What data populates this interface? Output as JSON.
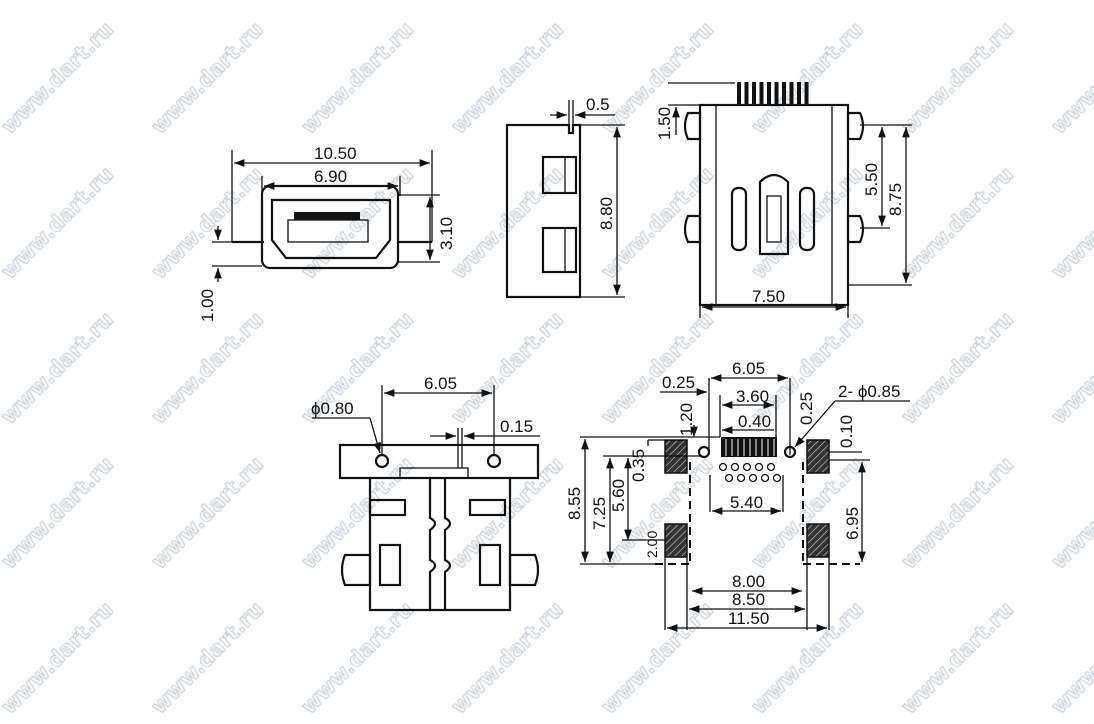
{
  "watermark": "www.dart.ru",
  "front_view": {
    "width_total": "10.50",
    "width_opening": "6.90",
    "height": "3.10",
    "pin_offset": "1.00"
  },
  "side_view": {
    "top_step": "0.5",
    "height": "8.80"
  },
  "top_view": {
    "pin_length": "1.50",
    "tab_spacing": "5.50",
    "length": "8.75",
    "width": "7.50"
  },
  "bottom_view": {
    "hole_diameter": "ϕ0.80",
    "hole_spacing": "6.05",
    "pin_gap": "0.15"
  },
  "pcb_layout": {
    "pad_span": "6.05",
    "edge_a": "0.25",
    "edge_b": "0.25",
    "pin_row": "3.60",
    "pin_pitch": "0.40",
    "hole_label": "2- ϕ0.85",
    "offset_top": "1.20",
    "offset_right": "0.10",
    "h_total": "8.55",
    "h_a": "7.25",
    "h_b": "5.60",
    "h_c": "0.35",
    "pad_h": "2.00",
    "h_right": "6.95",
    "inner_width": "5.40",
    "w_a": "8.00",
    "w_b": "8.50",
    "w_total": "11.50"
  }
}
